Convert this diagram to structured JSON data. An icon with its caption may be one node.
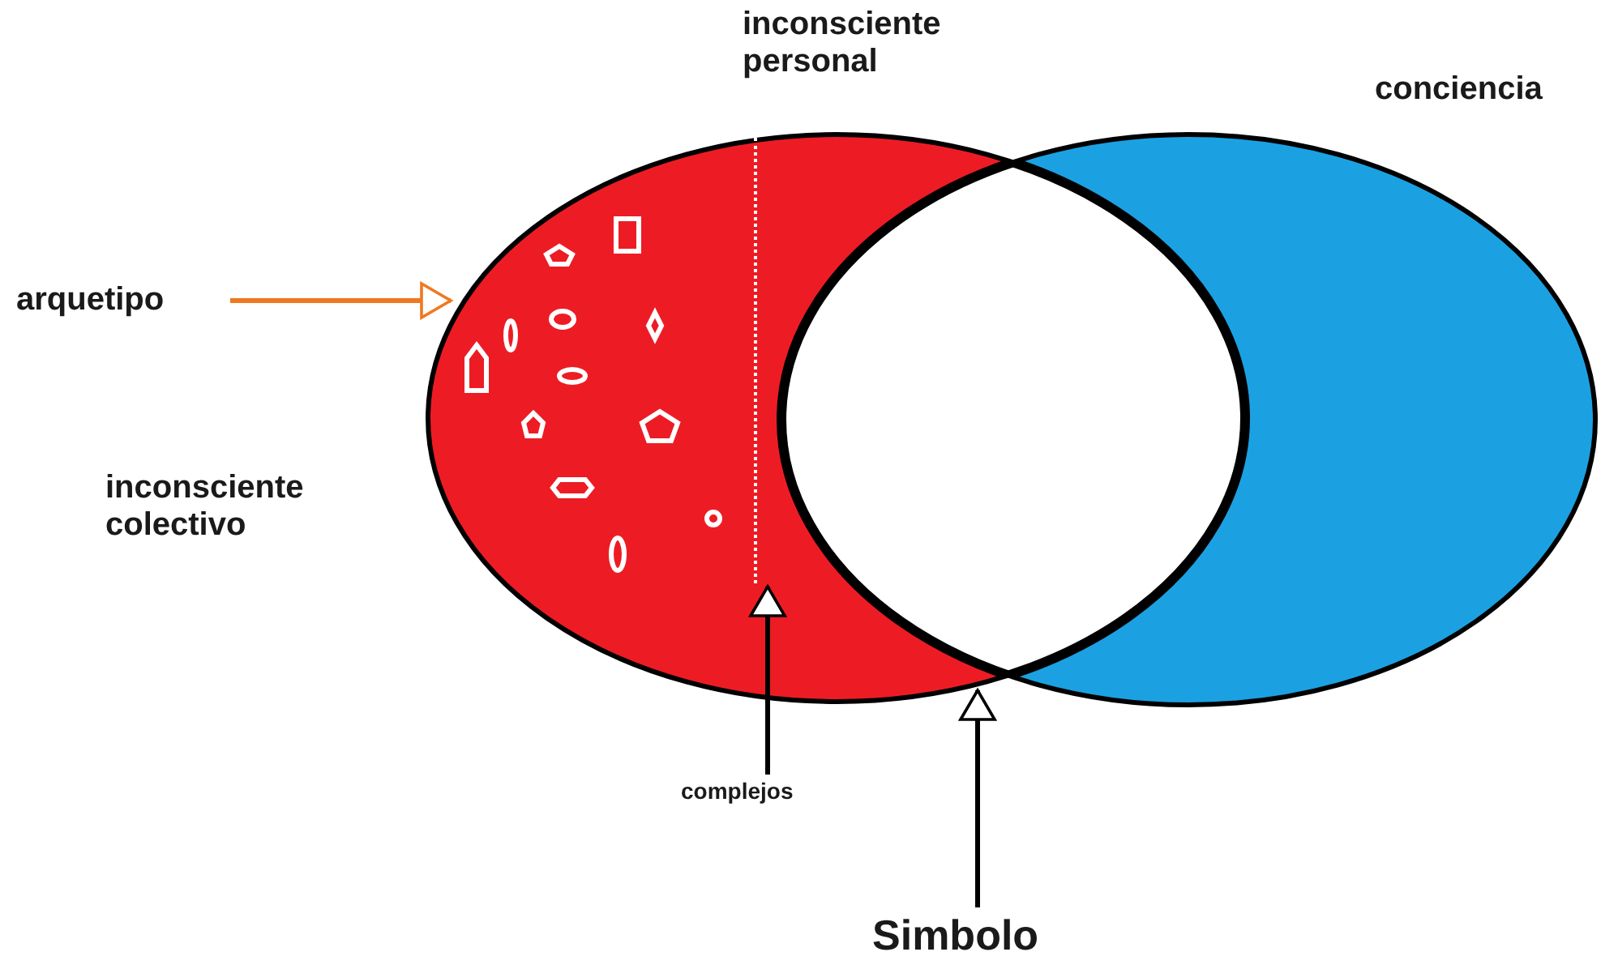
{
  "diagram": {
    "nodes": [
      {
        "text": [],
        "shape": "ellipse",
        "beside": [
          "inconsciente colectivo"
        ]
      },
      {
        "text": [],
        "shape": "bar",
        "in": 0,
        "beside": [
          "inconsciente personal"
        ]
      },
      {
        "text": [],
        "shape": "ellipse",
        "beside": [
          "conciencia"
        ]
      },
      {
        "text": [
          "arquetipo"
        ]
      },
      {
        "text": [],
        "shape": "picture",
        "in": 0
      },
      {
        "text": [
          "complejos"
        ]
      },
      {
        "text": [
          "Simbolo"
        ]
      },
      {
        "text": [],
        "shape": "lens"
      }
    ],
    "edges": [
      {
        "from": 3,
        "to": 4,
        "arrow": "to",
        "color": "#f07820"
      },
      {
        "from": 5,
        "to": 1,
        "arrow": "to"
      },
      {
        "from": 6,
        "to": 7,
        "arrow": "to"
      }
    ]
  }
}
